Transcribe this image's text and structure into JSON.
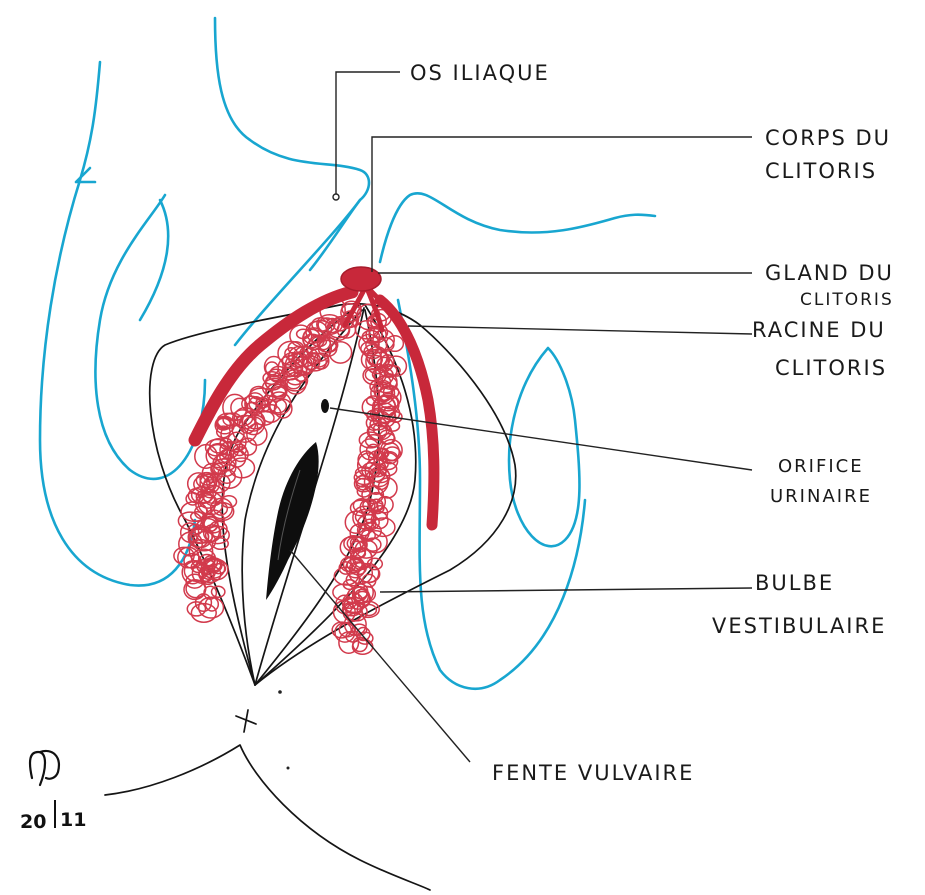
{
  "labels": {
    "os_iliaque": "OS ILIAQUE",
    "corps_line1": "CORPS DU",
    "corps_line2": "CLITORIS",
    "gland_line1": "GLAND DU",
    "gland_line2": "CLITORIS",
    "racine_line1": "RACINE DU",
    "racine_line2": "CLITORIS",
    "orifice_line1": "ORIFICE",
    "orifice_line2": "URINAIRE",
    "bulbe_line1": "BULBE",
    "bulbe_line2": "VESTIBULAIRE",
    "fente": "FENTE VULVAIRE"
  },
  "signature": {
    "day_month_left": "20",
    "day_month_right": "11"
  },
  "colors": {
    "bone_outline": "#18a6d0",
    "erectile_tissue": "#c8283a",
    "bulb_coils": "#d23a4c",
    "ink": "#151515",
    "background": "#ffffff"
  }
}
